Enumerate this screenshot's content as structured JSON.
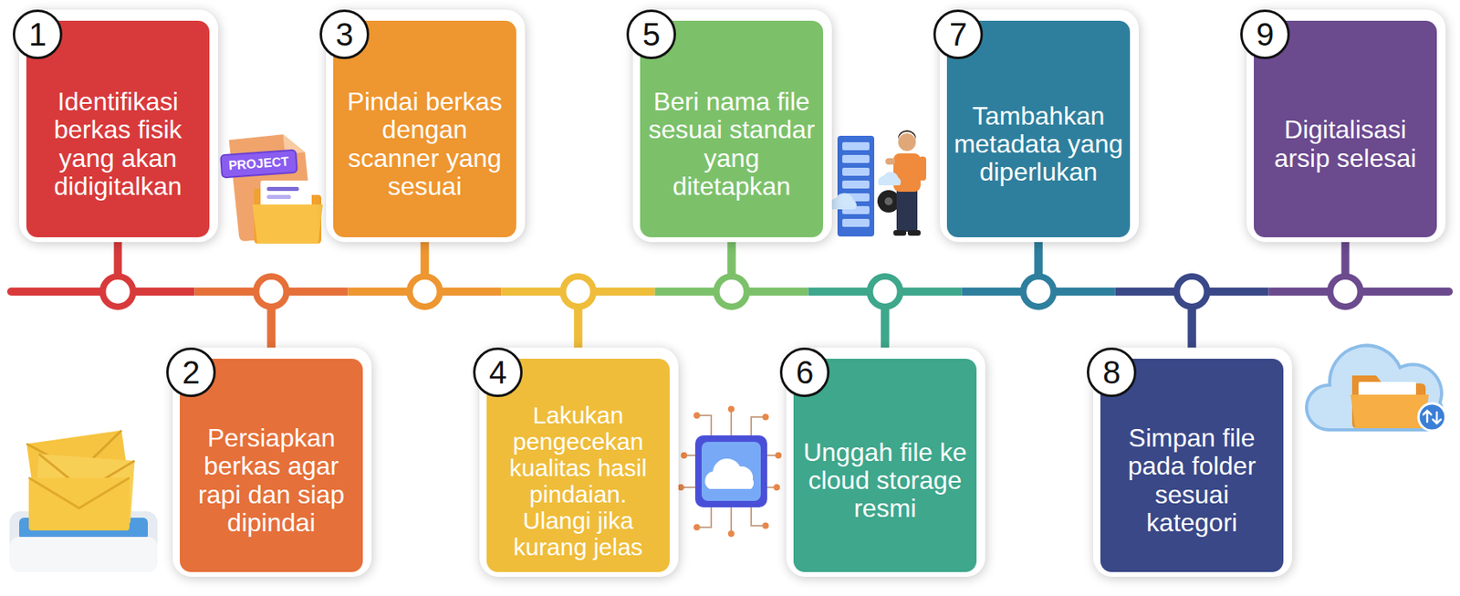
{
  "diagram": {
    "nodes": [
      {
        "text": [
          "1",
          "Identifikasi berkas fisik yang akan didigitalkan"
        ]
      },
      {
        "text": [
          "2",
          "Persiapkan berkas agar rapi dan siap dipindai"
        ]
      },
      {
        "text": [
          "3",
          "Pindai berkas dengan scanner yang sesuai"
        ]
      },
      {
        "text": [
          "4",
          "Lakukan pengecekan kualitas hasil pindaian. Ulangi jika kurang jelas"
        ]
      },
      {
        "text": [
          "5",
          "Beri nama file sesuai standar yang ditetapkan"
        ]
      },
      {
        "text": [
          "6",
          "Unggah file ke cloud storage resmi"
        ]
      },
      {
        "text": [
          "7",
          "Tambahkan metadata yang diperlukan"
        ]
      },
      {
        "text": [
          "8",
          "Simpan file pada folder sesuai kategori"
        ]
      },
      {
        "text": [
          "9",
          "Digitalisasi arsip selesai"
        ]
      }
    ],
    "edges": [
      {
        "from": 0,
        "to": 1,
        "arrow": "none"
      },
      {
        "from": 1,
        "to": 2,
        "arrow": "none"
      },
      {
        "from": 2,
        "to": 3,
        "arrow": "none"
      },
      {
        "from": 3,
        "to": 4,
        "arrow": "none"
      },
      {
        "from": 4,
        "to": 5,
        "arrow": "none"
      },
      {
        "from": 5,
        "to": 6,
        "arrow": "none"
      },
      {
        "from": 6,
        "to": 7,
        "arrow": "none"
      },
      {
        "from": 7,
        "to": 8,
        "arrow": "none"
      }
    ],
    "labels": [
      "PROJECT"
    ]
  }
}
